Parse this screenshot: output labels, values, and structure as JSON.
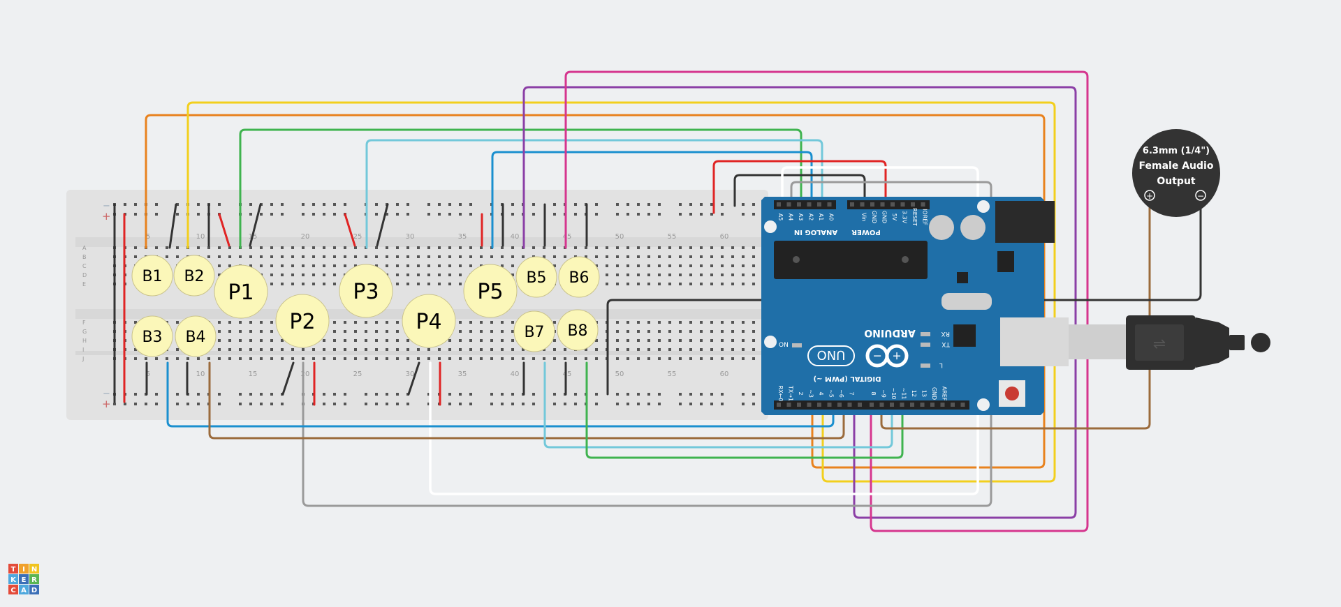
{
  "breadboard": {
    "top_numbers": [
      "5",
      "10",
      "15",
      "20",
      "25",
      "30",
      "35",
      "40",
      "45",
      "50",
      "55",
      "60"
    ],
    "bottom_numbers": [
      "5",
      "10",
      "15",
      "20",
      "25",
      "30",
      "35",
      "40",
      "45",
      "50",
      "55",
      "60"
    ],
    "row_letters_top": [
      "A",
      "B",
      "C",
      "D",
      "E"
    ],
    "row_letters_bottom": [
      "F",
      "G",
      "H",
      "I",
      "J"
    ],
    "rail_plus": "+",
    "rail_minus": "−"
  },
  "components": {
    "buttons": [
      "B1",
      "B2",
      "B3",
      "B4",
      "B5",
      "B6",
      "B7",
      "B8"
    ],
    "pots": [
      "P1",
      "P2",
      "P3",
      "P4",
      "P5"
    ]
  },
  "arduino": {
    "brand": "ARDUINO",
    "model": "UNO",
    "analog_label": "ANALOG IN",
    "analog_pins": [
      "A5",
      "A4",
      "A3",
      "A2",
      "A1",
      "A0"
    ],
    "power_label": "POWER",
    "power_pins": [
      "Vin",
      "GND",
      "GND",
      "5V",
      "3.3V",
      "RESET",
      "IOREF"
    ],
    "digital_label": "DIGITAL (PWM ~)",
    "digital_pins": [
      "RX←0",
      "TX→1",
      "2",
      "~3",
      "4",
      "~5",
      "~6",
      "7",
      "8",
      "~9",
      "~10",
      "~11",
      "12",
      "13",
      "GND",
      "AREF"
    ],
    "led_labels": [
      "RX",
      "TX",
      "L",
      "ON"
    ]
  },
  "audio_jack": {
    "line1": "6.3mm (1/4\")",
    "line2": "Female Audio",
    "line3": "Output",
    "plus": "+",
    "minus": "−"
  },
  "logo": {
    "letters": [
      "T",
      "I",
      "N",
      "K",
      "E",
      "R",
      "C",
      "A",
      "D"
    ]
  },
  "colors": {
    "background": "#eef0f2",
    "breadboard": "#e2e2e2",
    "arduino_blue": "#1f6fa8",
    "wire_orange": "#e8821e",
    "wire_yellow": "#f2cf1d",
    "wire_green": "#3fb34f",
    "wire_cyan": "#72c8da",
    "wire_blue": "#1a8fcf",
    "wire_purple": "#8b3fa6",
    "wire_magenta": "#d5358e",
    "wire_red": "#e02424",
    "wire_black": "#333333",
    "wire_gray": "#9a9a9a",
    "wire_white": "#ffffff",
    "wire_brown": "#9b6b3c"
  }
}
